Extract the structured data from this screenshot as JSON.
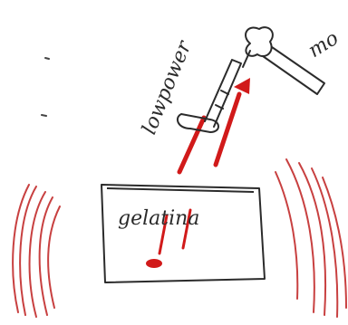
{
  "labels": {
    "lowpower": "lowpower",
    "gelatina": "gelatina",
    "mo": "mo"
  },
  "colors": {
    "pencil": "#2b2b2b",
    "red": "#d11a1a",
    "red_wave": "#c84040",
    "paper": "#ffffff"
  }
}
